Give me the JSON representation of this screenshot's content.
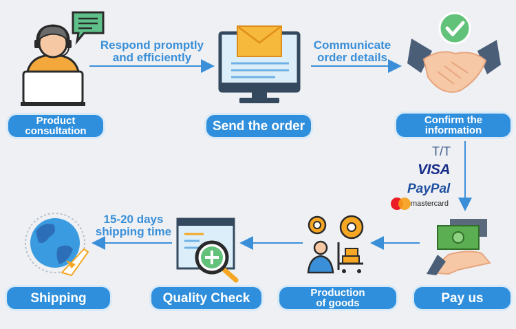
{
  "steps": {
    "consultation": "Product\nconsultation",
    "send_order": "Send the order",
    "confirm": "Confirm the\ninformation",
    "pay": "Pay us",
    "production": "Production\nof goods",
    "quality": "Quality Check",
    "shipping": "Shipping"
  },
  "notes": {
    "respond": "Respond promptly\nand efficiently",
    "communicate": "Communicate\norder details",
    "shipping_time": "15-20 days\nshipping time"
  },
  "payment_methods": {
    "tt": "T/T",
    "visa": "VISA",
    "paypal": "PayPal",
    "mastercard": "mastercard"
  },
  "colors": {
    "accent": "#2f8fdd",
    "arrow": "#3a8fd8",
    "background": "#eef0f3"
  },
  "icons": [
    "headset-agent-icon",
    "chat-bubble-icon",
    "monitor-email-icon",
    "handshake-icon",
    "check-badge-icon",
    "money-hand-icon",
    "gears-worker-icon",
    "document-magnifier-icon",
    "globe-plane-icon",
    "mastercard-logo-icon"
  ]
}
